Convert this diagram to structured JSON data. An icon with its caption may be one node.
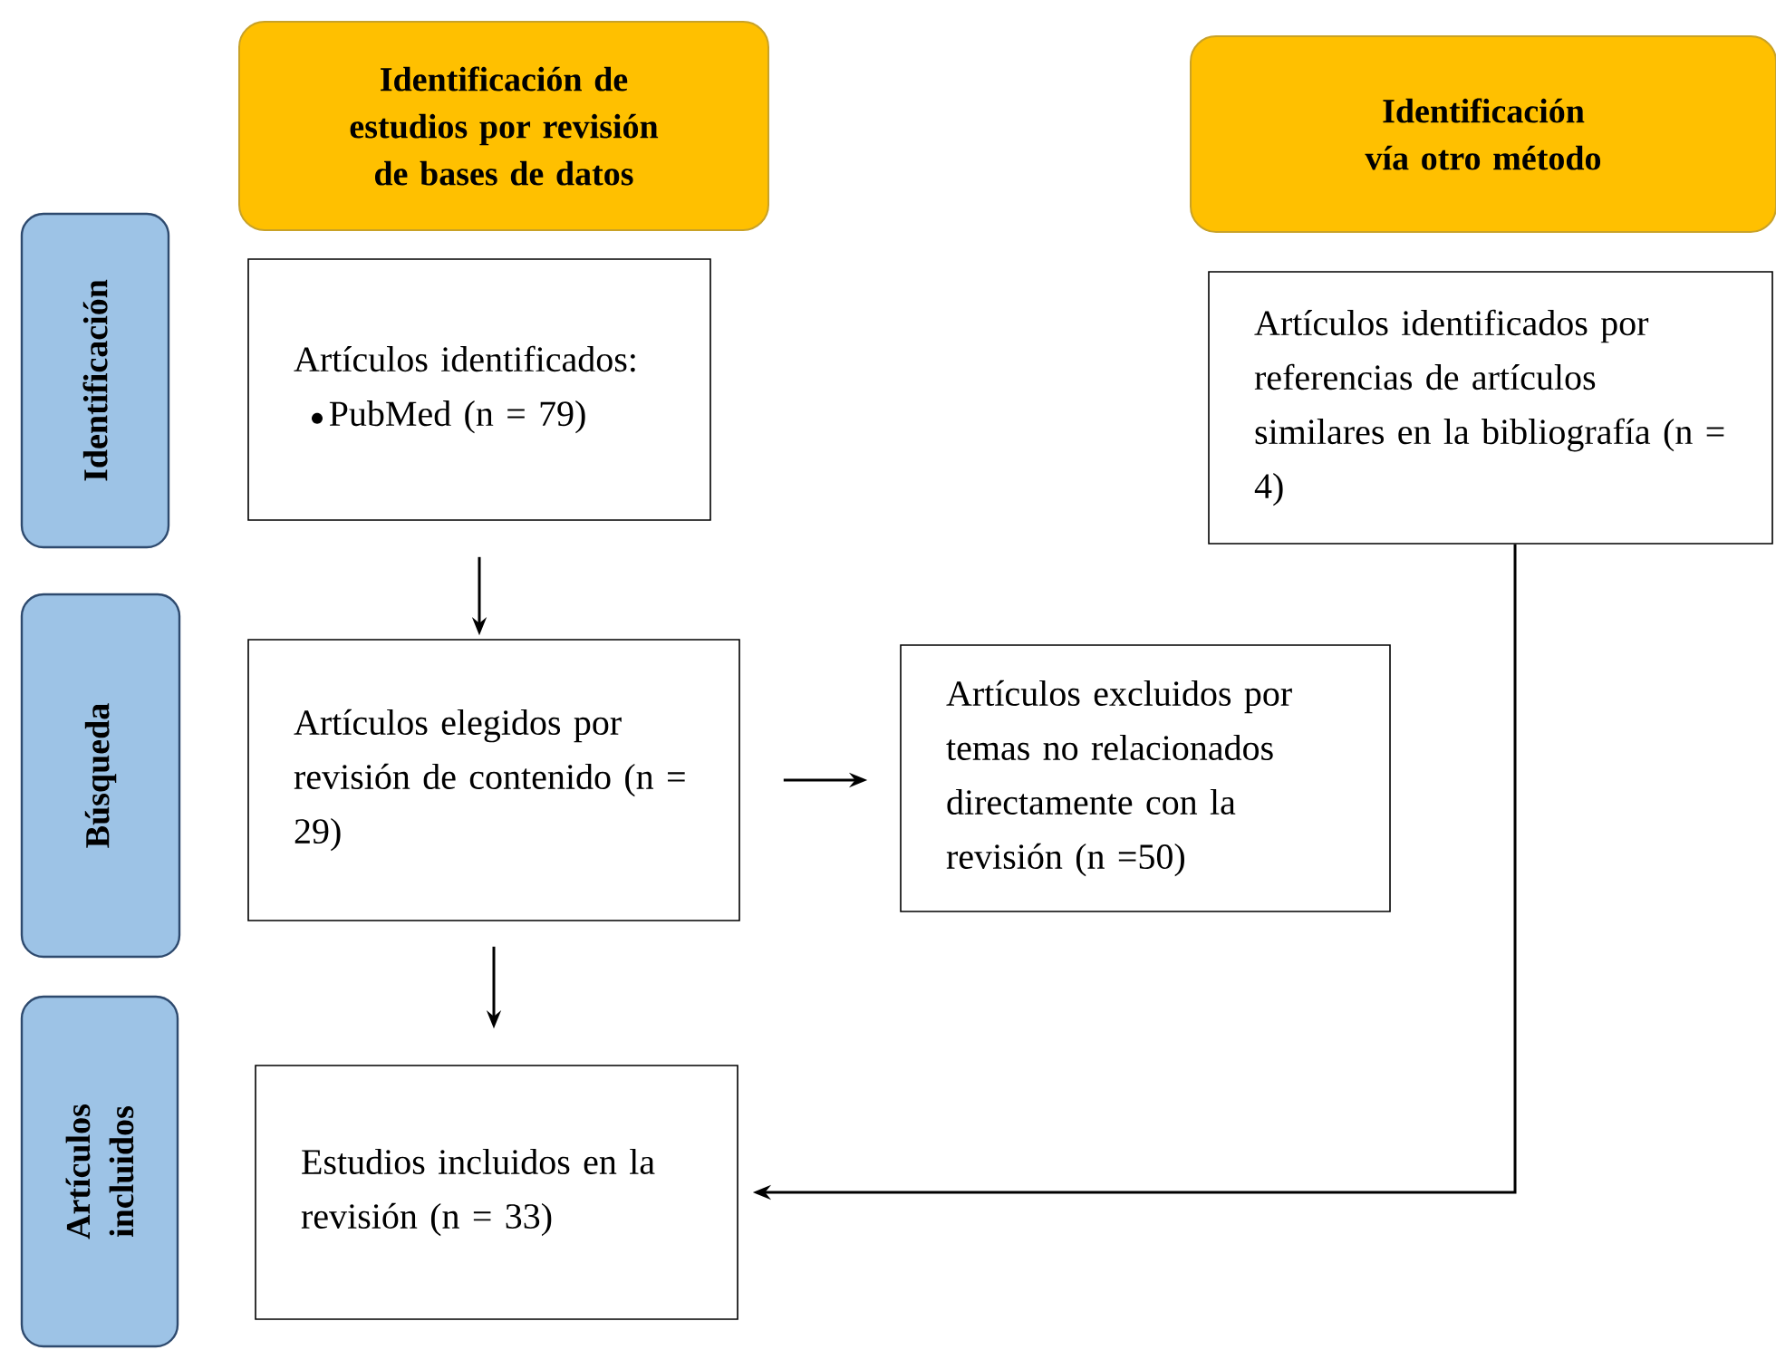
{
  "diagram": {
    "nodes": [
      {
        "text": [
          "Identificación de estudios por revisión de bases de datos"
        ]
      },
      {
        "text": [
          "Identificación vía otro método"
        ]
      },
      {
        "text": [
          "Identificación"
        ]
      },
      {
        "text": [
          "Artículos identificados:",
          "PubMed (n = 79)"
        ]
      },
      {
        "text": [
          "Artículos identificados por referencias de artículos similares en la bibliografía (n = 4)"
        ]
      },
      {
        "text": [
          "Búsqueda"
        ]
      },
      {
        "text": [
          "Artículos elegidos por revisión de contenido (n = 29)"
        ]
      },
      {
        "text": [
          "Artículos excluidos por temas no relacionados directamente con la revisión (n =50)"
        ]
      },
      {
        "text": [
          "Artículos incluidos"
        ]
      },
      {
        "text": [
          "Estudios incluidos en la revisión (n = 33)"
        ]
      }
    ],
    "edges": [
      {
        "from": 3,
        "to": 6,
        "arrow": "to"
      },
      {
        "from": 6,
        "to": 7,
        "arrow": "to"
      },
      {
        "from": 6,
        "to": 9,
        "arrow": "to"
      },
      {
        "from": 4,
        "to": 9,
        "arrow": "to"
      }
    ]
  }
}
